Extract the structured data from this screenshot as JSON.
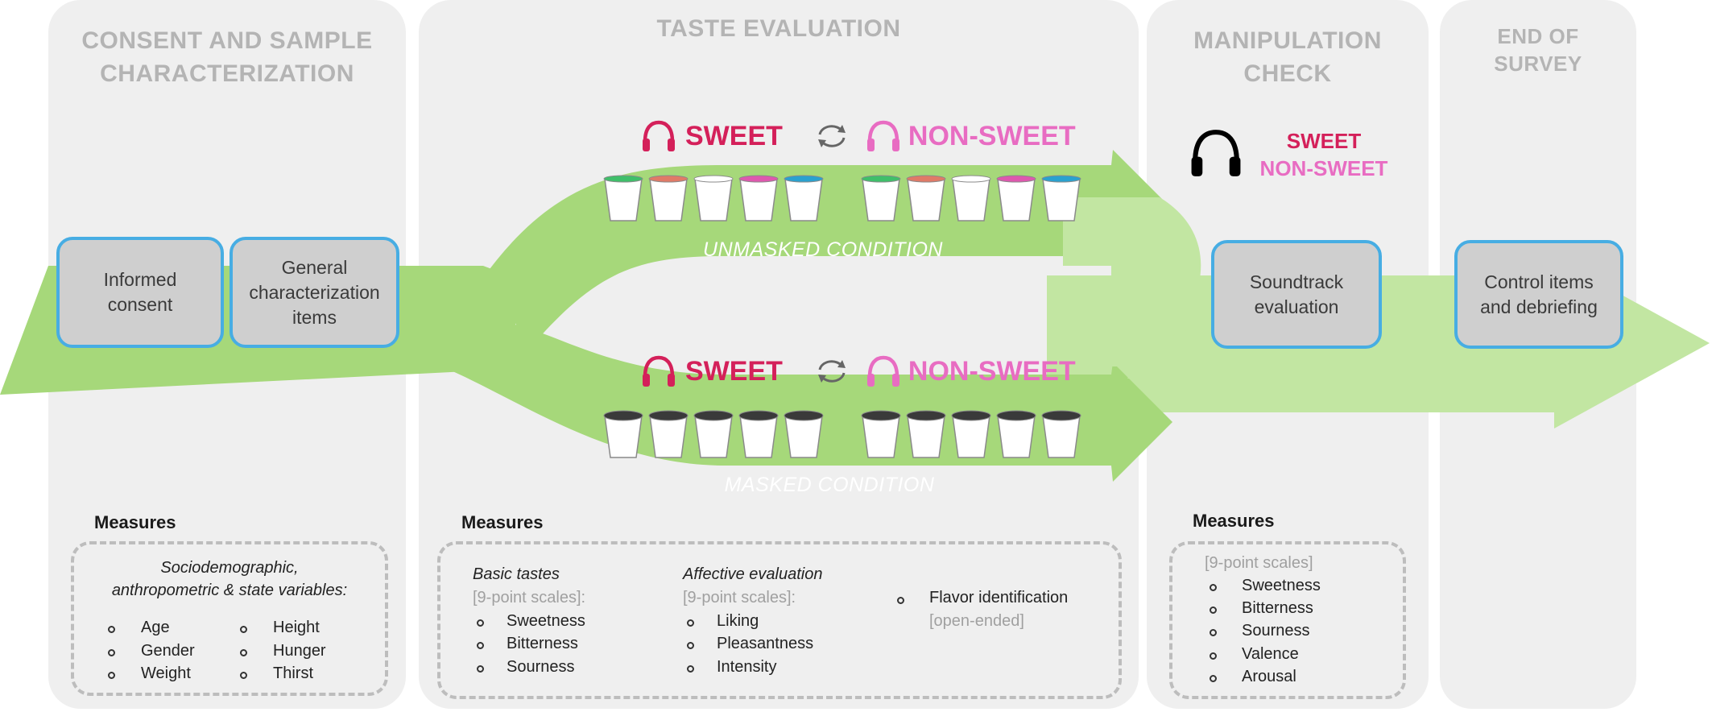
{
  "panels": {
    "consent": {
      "title_lines": [
        "CONSENT AND SAMPLE",
        "CHARACTERIZATION"
      ]
    },
    "taste": {
      "title": "TASTE EVALUATION"
    },
    "manipulation": {
      "title_lines": [
        "MANIPULATION",
        "CHECK"
      ]
    },
    "end": {
      "title_lines": [
        "END OF",
        "SURVEY"
      ]
    }
  },
  "boxes": {
    "consent": "Informed\nconsent",
    "general": "General\ncharacterization\nitems",
    "soundtrack": "Soundtrack\nevaluation",
    "control": "Control items\nand debriefing"
  },
  "soundtracks": {
    "sweet": "SWEET",
    "non_sweet": "NON-SWEET"
  },
  "conditions": {
    "unmasked": "UNMASKED CONDITION",
    "masked": "MASKED CONDITION"
  },
  "cup_colors": {
    "unmasked": [
      "#3fbf6a",
      "#e07a67",
      "#ffffff",
      "#de58ae",
      "#2aa1cf",
      "#3fbf6a",
      "#e07a67",
      "#ffffff",
      "#de58ae",
      "#2aa1cf"
    ],
    "masked_lid": "#3a3a3a"
  },
  "colors": {
    "arrow_main": "#a6d87a",
    "arrow_light": "#c2e6a2",
    "box_border": "#47ade3",
    "sweet": "#d4205a",
    "non_sweet": "#e86cc2"
  },
  "icons": {
    "headphones": "headphones-icon",
    "swap": "swap-icon",
    "bullet": "circle-bullet"
  },
  "measures": {
    "label": "Measures",
    "consent": {
      "heading_lines": [
        "Sociodemographic,",
        "anthropometric & state variables:"
      ],
      "col1": [
        "Age",
        "Gender",
        "Weight"
      ],
      "col2": [
        "Height",
        "Hunger",
        "Thirst"
      ]
    },
    "taste": {
      "basic_heading": "Basic tastes",
      "basic_scale": "[9-point scales]:",
      "basic_items": [
        "Sweetness",
        "Bitterness",
        "Sourness"
      ],
      "affective_heading": "Affective evaluation",
      "affective_scale": "[9-point scales]:",
      "affective_items": [
        "Liking",
        "Pleasantness",
        "Intensity"
      ],
      "flavor_item": "Flavor identification",
      "flavor_note": "[open-ended]"
    },
    "manipulation": {
      "scale": "[9-point scales]",
      "items": [
        "Sweetness",
        "Bitterness",
        "Sourness",
        "Valence",
        "Arousal"
      ]
    }
  }
}
